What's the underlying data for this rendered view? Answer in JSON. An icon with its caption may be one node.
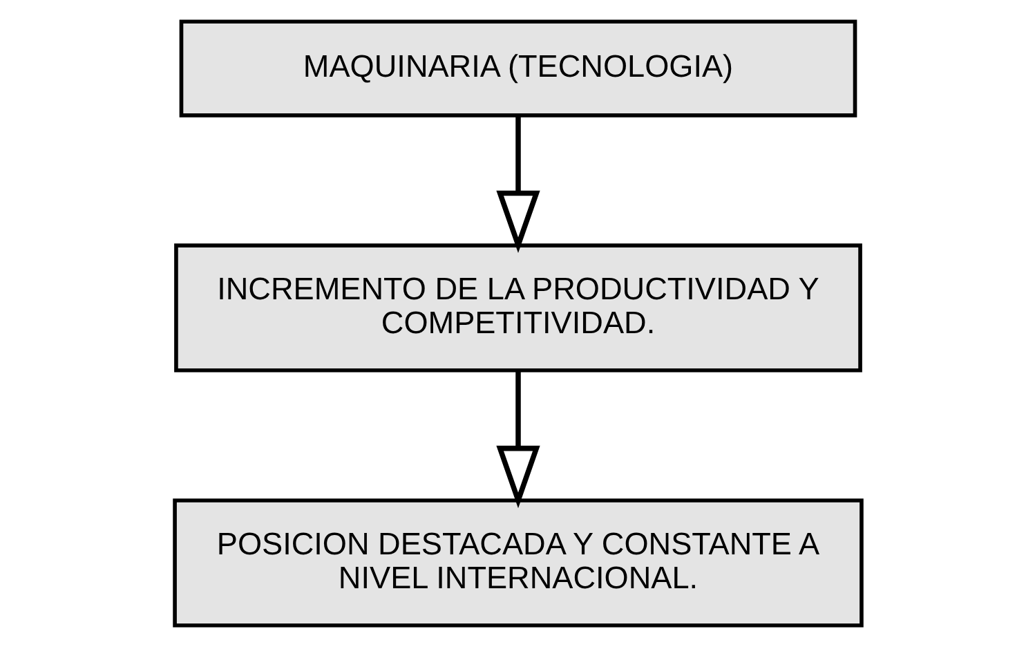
{
  "diagram": {
    "nodes": [
      {
        "text": [
          "MAQUINARIA (TECNOLOGIA)"
        ]
      },
      {
        "text": [
          "INCREMENTO DE LA PRODUCTIVIDAD Y COMPETITIVIDAD."
        ]
      },
      {
        "text": [
          "POSICION DESTACADA Y CONSTANTE A NIVEL INTERNACIONAL."
        ]
      }
    ],
    "edges": [
      {
        "from": 0,
        "to": 1,
        "arrow": "to"
      },
      {
        "from": 1,
        "to": 2,
        "arrow": "to"
      }
    ]
  }
}
